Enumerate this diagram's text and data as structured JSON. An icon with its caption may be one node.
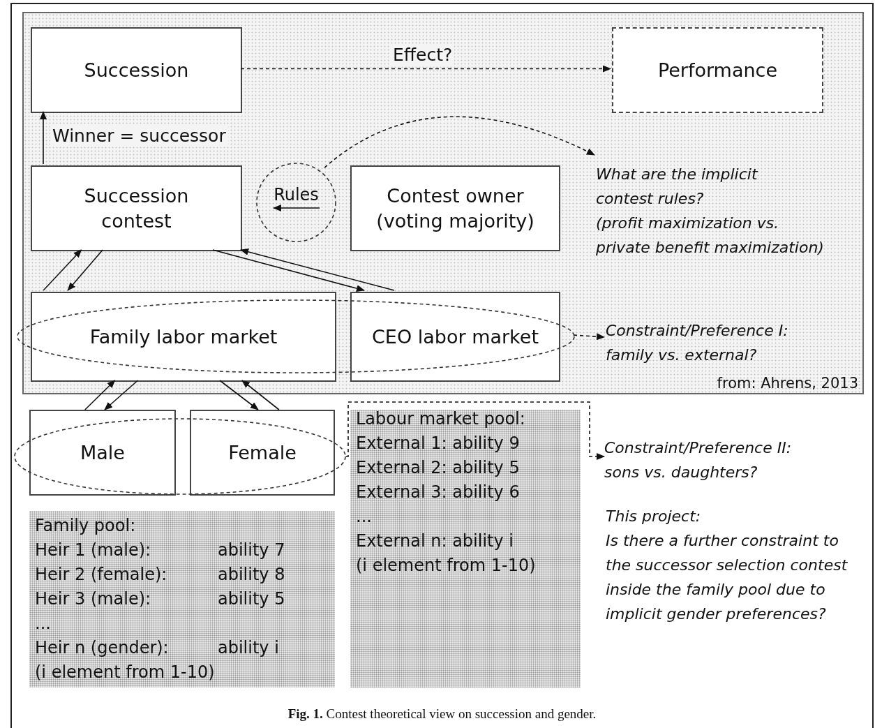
{
  "diagram": {
    "caption": "**Fig. 1.** Contest theoretical view on succession and gender.",
    "nodes": [
      {
        "text": [
          "from: Ahrens, 2013"
        ]
      },
      {
        "text": [
          "Succession"
        ],
        "in": 0
      },
      {
        "text": [
          "Performance"
        ],
        "in": 0
      },
      {
        "text": [
          "Succession contest"
        ],
        "in": 0
      },
      {
        "text": [
          "Rules"
        ],
        "in": 0
      },
      {
        "text": [
          "Contest owner (voting majority)"
        ],
        "in": 0
      },
      {
        "text": [
          "What are the implicit contest rules?",
          "(profit maximization vs. private benefit maximization)"
        ],
        "in": 0
      },
      {
        "text": [
          "Family labor market"
        ],
        "in": 0
      },
      {
        "text": [
          "CEO labor market"
        ],
        "in": 0
      },
      {
        "text": [],
        "shape": "ellipse",
        "in": 0
      },
      {
        "text": [
          "Constraint/Preference I: family vs. external?"
        ],
        "in": 0
      },
      {
        "text": [
          "Male"
        ]
      },
      {
        "text": [
          "Female"
        ]
      },
      {
        "text": [],
        "shape": "ellipse"
      },
      {
        "text": [
          "Constraint/Preference II: sons vs. daughters?"
        ]
      },
      {
        "text": [
          "Family pool:",
          "Heir 1 (male):",
          "ability 7",
          "Heir 2 (female):",
          "ability 8",
          "Heir 3 (male):",
          "ability 5",
          "...",
          "Heir n (gender):",
          "ability i",
          "(i element from 1-10)"
        ]
      },
      {
        "text": [
          "Labour market pool:",
          "External 1: ability 9",
          "External 2: ability 5",
          "External 3: ability 6",
          "...",
          "External n: ability i",
          "(i element from 1-10)"
        ]
      }
    ],
    "edges": [
      {
        "from": 1,
        "to": 2,
        "arrow": "to",
        "label": "Effect?",
        "style": "dashed"
      },
      {
        "from": 3,
        "to": 1,
        "arrow": "to",
        "label": "Winner = successor"
      },
      {
        "from": 7,
        "to": 3,
        "arrow": "to"
      },
      {
        "from": 3,
        "to": 7,
        "arrow": "to"
      },
      {
        "from": 3,
        "to": 8,
        "arrow": "to"
      },
      {
        "from": 8,
        "to": 3,
        "arrow": "to"
      },
      {
        "from": 4,
        "to": 6,
        "arrow": "to",
        "style": "dashed"
      },
      {
        "from": 9,
        "to": 10,
        "arrow": "to",
        "style": "dashed"
      },
      {
        "from": 11,
        "to": 7,
        "arrow": "to"
      },
      {
        "from": 7,
        "to": 11,
        "arrow": "to"
      },
      {
        "from": 7,
        "to": 12,
        "arrow": "to"
      },
      {
        "from": 12,
        "to": 7,
        "arrow": "to"
      },
      {
        "from": 13,
        "to": 14,
        "arrow": "to",
        "style": "dashed"
      }
    ],
    "labels": [
      "This project:",
      "Is there a further constraint to the successor selection contest inside the family pool due to implicit gender preferences?"
    ]
  }
}
